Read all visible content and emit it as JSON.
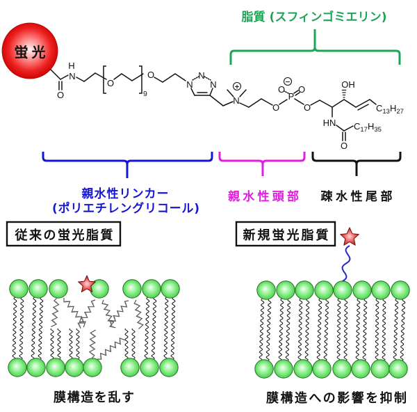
{
  "molecule": {
    "fluorophore_label": "蛍光",
    "atoms": {
      "amide_o": "O",
      "amide_n": "N",
      "amide_h": "H",
      "peg_o_repeat": "O",
      "peg_o_terminal": "O",
      "triazole_n1": "N",
      "triazole_n2": "N",
      "triazole_n3": "N",
      "ammonium_n": "N",
      "phosphate_o_ester1": "O",
      "phosphate_p": "P",
      "phosphate_o_anion": "O",
      "phosphate_o_double": "O",
      "phosphate_o_ester2": "O",
      "hydroxyl": "OH",
      "amide2_nh": "HN",
      "amide2_o": "O"
    },
    "repeat_count": "9",
    "charges": {
      "ammonium": "+",
      "phosphate": "−"
    },
    "formulas": {
      "sphingosine_chain": "C13H27",
      "acyl_chain": "C17H35"
    }
  },
  "annotations": {
    "lipid": {
      "label": "脂質 (スフィンゴミエリン)",
      "color": "#1ea457"
    },
    "linker": {
      "label_line1": "親水性リンカー",
      "label_line2": "(ポリエチレングリコール)",
      "color": "#1515d2"
    },
    "head": {
      "label": "親水性頭部",
      "color": "#e21de2"
    },
    "tail": {
      "label": "疎水性尾部",
      "color": "#111111"
    }
  },
  "panels": {
    "conventional": {
      "title": "従来の蛍光脂質",
      "caption": "膜構造を乱す",
      "marker_icon": "star-icon"
    },
    "novel": {
      "title": "新規蛍光脂質",
      "caption": "膜構造への影響を抑制",
      "marker_icon": "star-icon",
      "linker_color": "#2626cc"
    }
  },
  "colors": {
    "fluorophore": "#e41b1b",
    "lipid_head": "#6ee26e",
    "disordered_tail": "#9a9a9a",
    "text": "#111111"
  }
}
